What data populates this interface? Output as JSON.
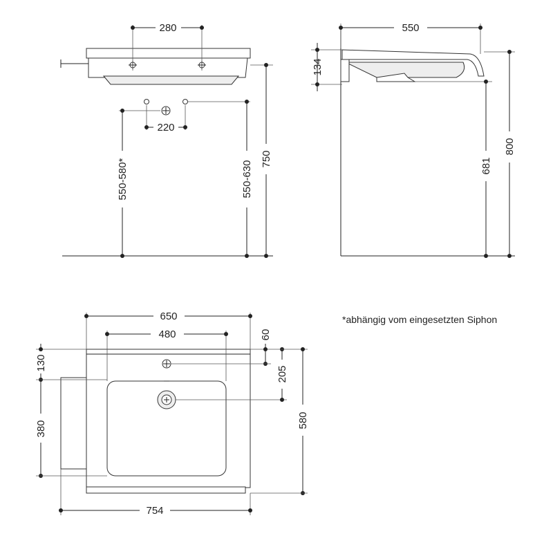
{
  "front_view": {
    "dims": {
      "tap_spacing": "280",
      "trap_spacing": "220",
      "height_left": "550-580*",
      "height_right": "550-630",
      "total_height": "750"
    }
  },
  "side_view": {
    "dims": {
      "depth": "550",
      "thickness": "134",
      "bottom_height": "681",
      "total_height": "800"
    }
  },
  "top_view": {
    "dims": {
      "outer_width": "650",
      "basin_width": "480",
      "edge_offset": "60",
      "tap_to_drain": "205",
      "back_depth": "130",
      "basin_depth": "380",
      "total_depth": "580",
      "total_width": "754"
    }
  },
  "footnote": "*abhängig vom eingesetzten Siphon",
  "colors": {
    "line": "#222222",
    "fill": "#ffffff",
    "shade": "#eeeeee"
  }
}
